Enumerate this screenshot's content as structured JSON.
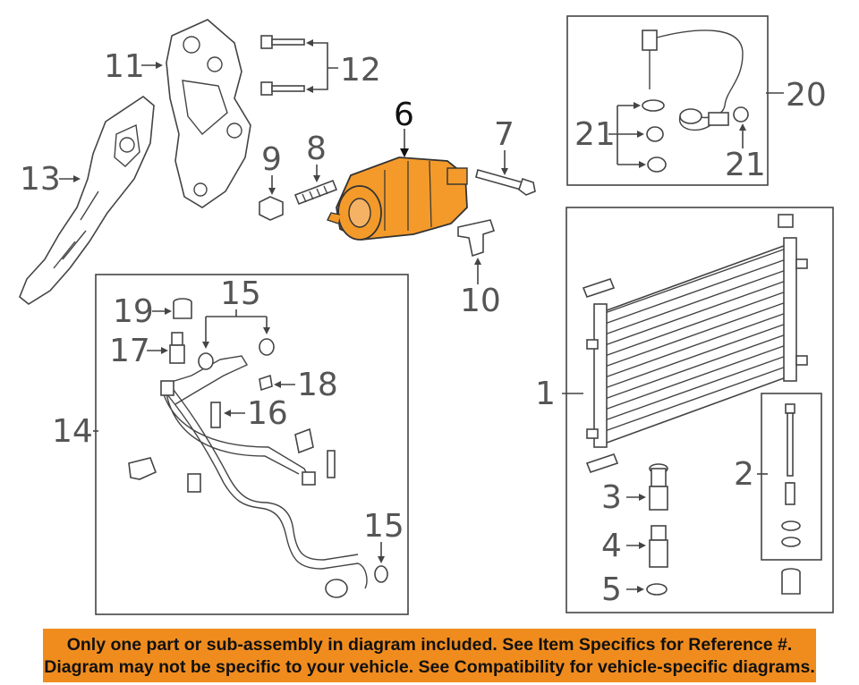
{
  "callouts": {
    "c1": "1",
    "c2": "2",
    "c3": "3",
    "c4": "4",
    "c5": "5",
    "c6": "6",
    "c7": "7",
    "c8": "8",
    "c9": "9",
    "c10": "10",
    "c11": "11",
    "c12": "12",
    "c13": "13",
    "c14": "14",
    "c15a": "15",
    "c15b": "15",
    "c16": "16",
    "c17": "17",
    "c18": "18",
    "c19": "19",
    "c20": "20",
    "c21a": "21",
    "c21b": "21"
  },
  "notice": {
    "line1": "Only one part or sub-assembly in diagram included. See Item Specifics for Reference #.",
    "line2": "Diagram may not be specific to your vehicle. See Compatibility for vehicle-specific diagrams."
  },
  "colors": {
    "highlight_part": "#f39a2a",
    "notice_background": "#f08c1e",
    "line_art": "#444444"
  }
}
